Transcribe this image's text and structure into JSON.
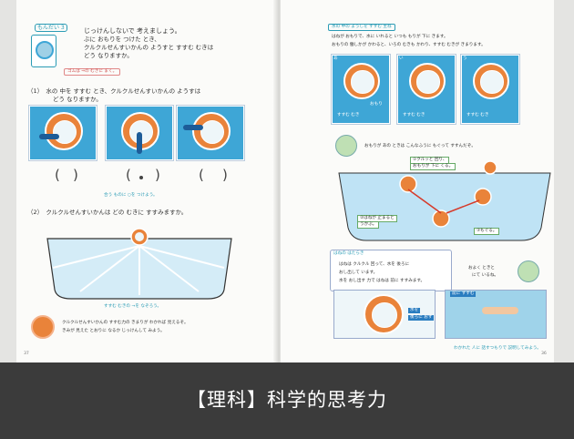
{
  "left_page": {
    "problem_label": "もんだい 3",
    "intro_lines": [
      "じっけんしないで 考えましょう。",
      "ぶに おもりを つけた とき、",
      "クルクルせんすいかんの ようすと すすむ むきは",
      "どう なりますか。"
    ],
    "note": "ゴムは ⇒の むきに まく。",
    "q1_lines": [
      "（1）　水の 中を すすむ とき、クルクルせんすいかんの ようすは",
      "どう なりますか。"
    ],
    "answer_parens": [
      "(",
      ")"
    ],
    "hint": "合う ものに ○を つけよう。",
    "q2": "（2）　クルクルせんすいかんは どの むきに すすみますか。",
    "arrow_note": "すすむ むきの →を なぞろう。",
    "bottom_lines": [
      "クルクルせんすいかんの すすむ力の きまりが わかれば 見えるぞ。",
      "きみが 見えた とおりに なるか じっけんして みよう。"
    ],
    "page_number": "37"
  },
  "right_page": {
    "heading": "水の 中の ようしを すすむ 主ね",
    "intro_lines": [
      "はねが おもりで、水に いれると いつも もりが 下に きます。",
      "おもりの 働しかが かわると、いろの むきも かわり、すすむ むきが きまります。"
    ],
    "labels": {
      "a": "あ",
      "b": "い",
      "c": "う",
      "weight": "おもり",
      "direction": "すすむ むき"
    },
    "speech": "おもりが あの ときは こんなふうに もぐって すすんだぞ。",
    "callout1": [
      "①クルッと 回り、",
      "おもりが 下に くる。"
    ],
    "callout2": [
      "②はねが 止まると",
      "うかぶ。"
    ],
    "callout3": "③もぐる。",
    "box_label": "はねの はたらき",
    "box_lines": [
      "はねは クルクル 回って、水を 後ろに",
      "おし出して います。",
      "水を おし出す 力で はねは 前に すすみます。"
    ],
    "swimmer_lines": [
      "およく ときと",
      "にて いるね。"
    ],
    "water_label": [
      "水を",
      "後ろに おす"
    ],
    "forward_label": "前に すすむ",
    "footer_note": "わかれた 人に 話すつもりで 説明してみよう。",
    "page_number": "36"
  },
  "banner": {
    "text": "【理科】科学的思考力"
  },
  "colors": {
    "accent": "#2a9bb5",
    "water": "#3ea6d6",
    "ring": "#e9833a",
    "arrow": "#d63a2a",
    "banner_bg": "#3b3b3b"
  }
}
